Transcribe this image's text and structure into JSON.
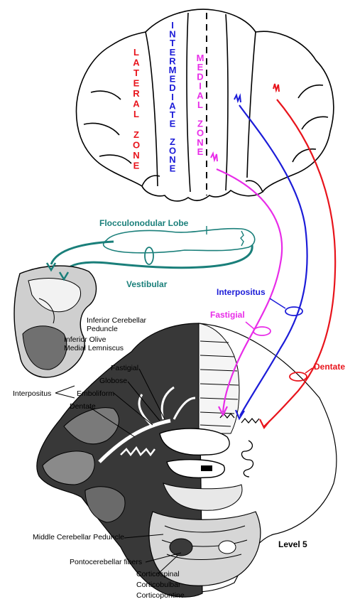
{
  "zones": {
    "lateral": "LATERAL ZONE",
    "intermediate": "INTERMEDIATE ZONE",
    "medial": "MEDIAL ZONE"
  },
  "pathways": {
    "flocculonodular": "Flocculonodular Lobe",
    "vestibular": "Vestibular",
    "interpositus": "Interpositus",
    "fastigial": "Fastigial",
    "dentate": "Dentate"
  },
  "labels": {
    "inferior_cerebellar_peduncle_1": "Inferior Cerebellar",
    "inferior_cerebellar_peduncle_2": "Peduncle",
    "inferior_olive": "Inferior Olive",
    "medial_lemniscus": "Medial Lemniscus",
    "fastigial": "Fastigial",
    "globose": "Globose",
    "interpositus": "Interpositus",
    "emboliform": "Emboliform",
    "dentate": "Dentate",
    "middle_cerebellar_peduncle": "Middle Cerebellar Peduncle",
    "pontocerebellar_fibers": "Pontocerebellar fibers",
    "corticospinal": "Corticospinal",
    "corticobulbar": "Corticobulbar",
    "corticopontine": "Corticopontine",
    "level": "Level 5"
  },
  "colors": {
    "lateral": "#e8141c",
    "intermediate": "#1c1cd8",
    "medial": "#e82ce8",
    "vestibular": "#1a7f7a",
    "dentate": "#e8141c",
    "interpositus": "#1c1cd8",
    "fastigial": "#e82ce8"
  }
}
